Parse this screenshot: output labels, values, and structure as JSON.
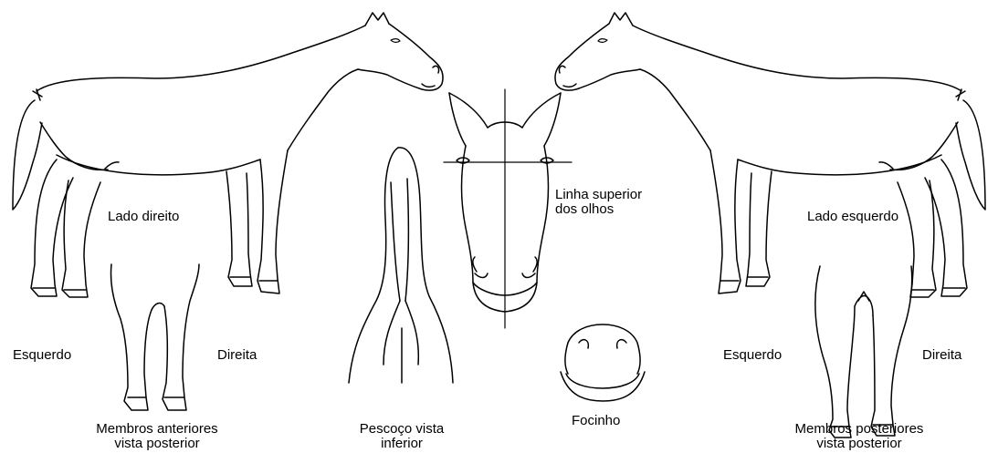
{
  "labels": {
    "right_side": "Lado direito",
    "left_side": "Lado esquerdo",
    "eye_line": [
      "Linha superior",
      "dos olhos"
    ],
    "front_left": "Esquerdo",
    "front_right": "Direita",
    "front_caption": [
      "Membros anteriores",
      "vista posterior"
    ],
    "neck_caption": [
      "Pescoço vista",
      "inferior"
    ],
    "muzzle_caption": "Focinho",
    "hind_left": "Esquerdo",
    "hind_right": "Direita",
    "hind_caption": [
      "Membros posteriores",
      "vista posterior"
    ]
  },
  "colors": {
    "line": "#000000",
    "background": "#ffffff"
  }
}
